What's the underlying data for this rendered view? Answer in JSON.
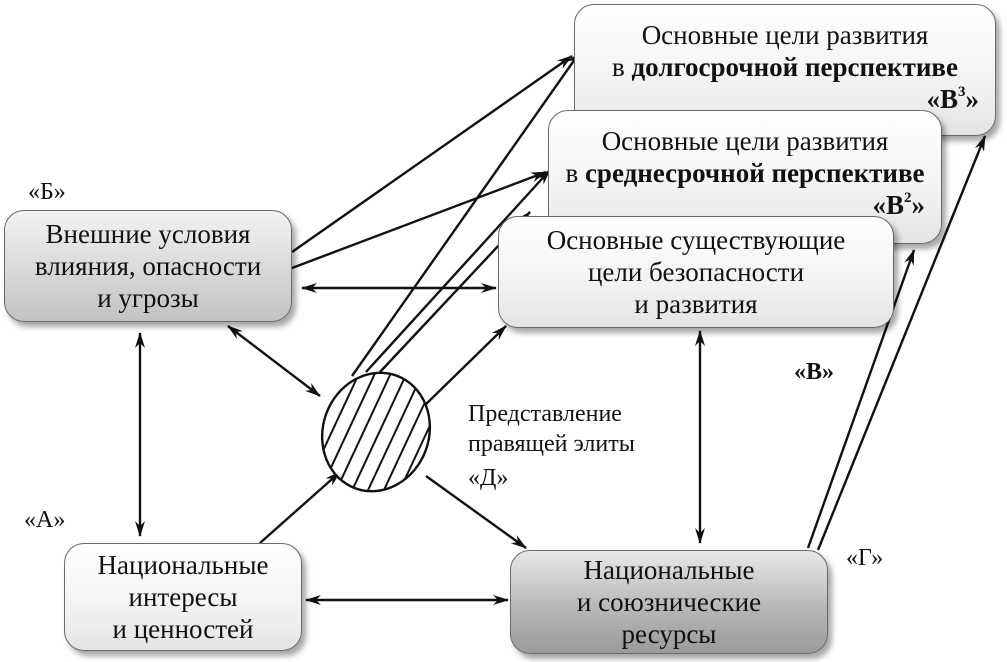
{
  "boxes": {
    "goals_long": {
      "line1": "Основные цели развития",
      "line2_prefix": "в ",
      "line2_bold": "долгосрочной перспективе",
      "tag_prefix": "«В",
      "tag_sup": "3",
      "tag_suffix": "»"
    },
    "goals_mid": {
      "line1": "Основные цели развития",
      "line2_prefix": "в ",
      "line2_bold": "среднесрочной перспективе",
      "tag_prefix": "«В",
      "tag_sup": "2",
      "tag_suffix": "»"
    },
    "goals_current": {
      "lines": [
        "Основные существующие",
        "цели безопасности",
        "и развития"
      ]
    },
    "external": {
      "lines": [
        "Внешние условия",
        "влияния, опасности",
        "и угрозы"
      ]
    },
    "interests": {
      "lines": [
        "Национальные",
        "интересы",
        "и ценностей"
      ]
    },
    "resources": {
      "lines": [
        "Национальные",
        "и союзнические",
        "ресурсы"
      ]
    }
  },
  "labels": {
    "b": "«Б»",
    "a": "«А»",
    "v": "«В»",
    "g": "«Г»",
    "d": "«Д»",
    "elite_line1": "Представление",
    "elite_line2": "правящей элиты"
  },
  "colors": {
    "stroke": "#111111",
    "box_border": "#6a6a6a"
  }
}
